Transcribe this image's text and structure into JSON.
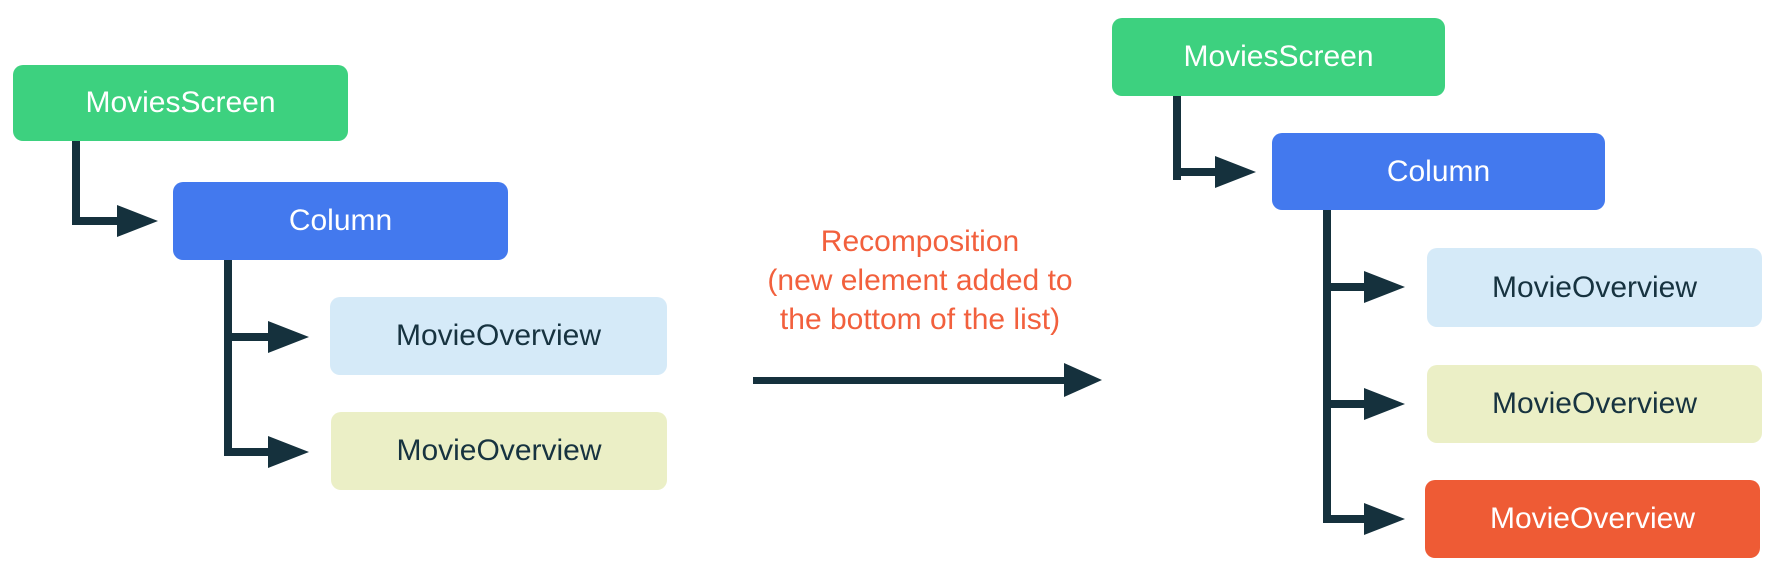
{
  "diagram": {
    "title": "Recomposition: new element added to the bottom of the list",
    "colors": {
      "root_green": "#3DD17F",
      "container_blue": "#4379EE",
      "item_light_blue": "#D5EAF8",
      "item_pale_yellow": "#EBEFC6",
      "item_new_orange": "#EE5B35",
      "connector_dark": "#15313D",
      "annotation_orange": "#F2603D"
    },
    "left_tree": {
      "root": {
        "label": "MoviesScreen",
        "bg": "#3DD17F"
      },
      "container": {
        "label": "Column",
        "bg": "#4379EE"
      },
      "children": [
        {
          "label": "MovieOverview",
          "bg": "#D5EAF8"
        },
        {
          "label": "MovieOverview",
          "bg": "#EBEFC6"
        }
      ]
    },
    "annotation": {
      "lines": [
        "Recomposition",
        "(new element added to",
        "the bottom of the list)"
      ]
    },
    "right_tree": {
      "root": {
        "label": "MoviesScreen",
        "bg": "#3DD17F"
      },
      "container": {
        "label": "Column",
        "bg": "#4379EE"
      },
      "children": [
        {
          "label": "MovieOverview",
          "bg": "#D5EAF8"
        },
        {
          "label": "MovieOverview",
          "bg": "#EBEFC6"
        },
        {
          "label": "MovieOverview",
          "bg": "#EE5B35"
        }
      ]
    }
  }
}
